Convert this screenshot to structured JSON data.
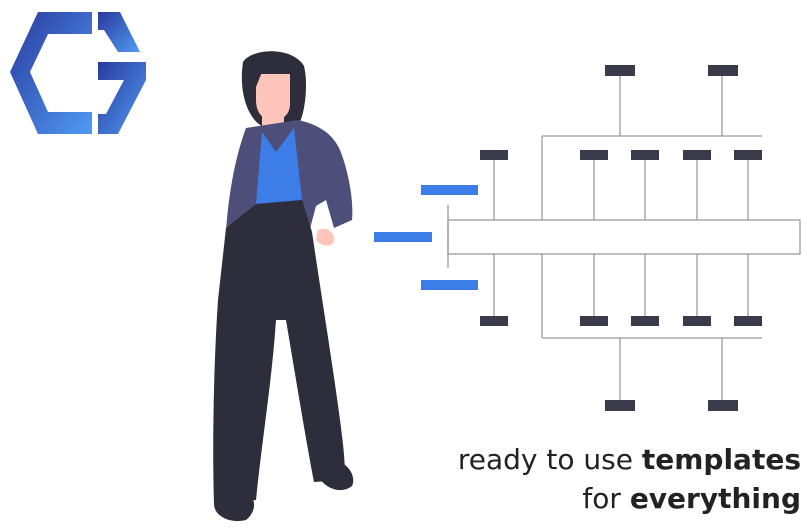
{
  "tagline": {
    "line1_plain": "ready to use ",
    "line1_bold": "templates",
    "line2_plain": "for ",
    "line2_bold": "everything"
  },
  "icons": {
    "logo": "gradient-hexagon-logo-icon",
    "person": "woman-illustration-icon",
    "diagram": "tree-diagram-icon"
  },
  "colors": {
    "logo_start": "#2a3a9e",
    "logo_end": "#4f9af3",
    "accent_blue": "#3d7de8",
    "node_dark": "#3a3a4a",
    "jacket": "#4d4f7a",
    "pants": "#2e2d3b",
    "skin": "#ffc5bb",
    "line_gray": "#9a9a9a"
  }
}
